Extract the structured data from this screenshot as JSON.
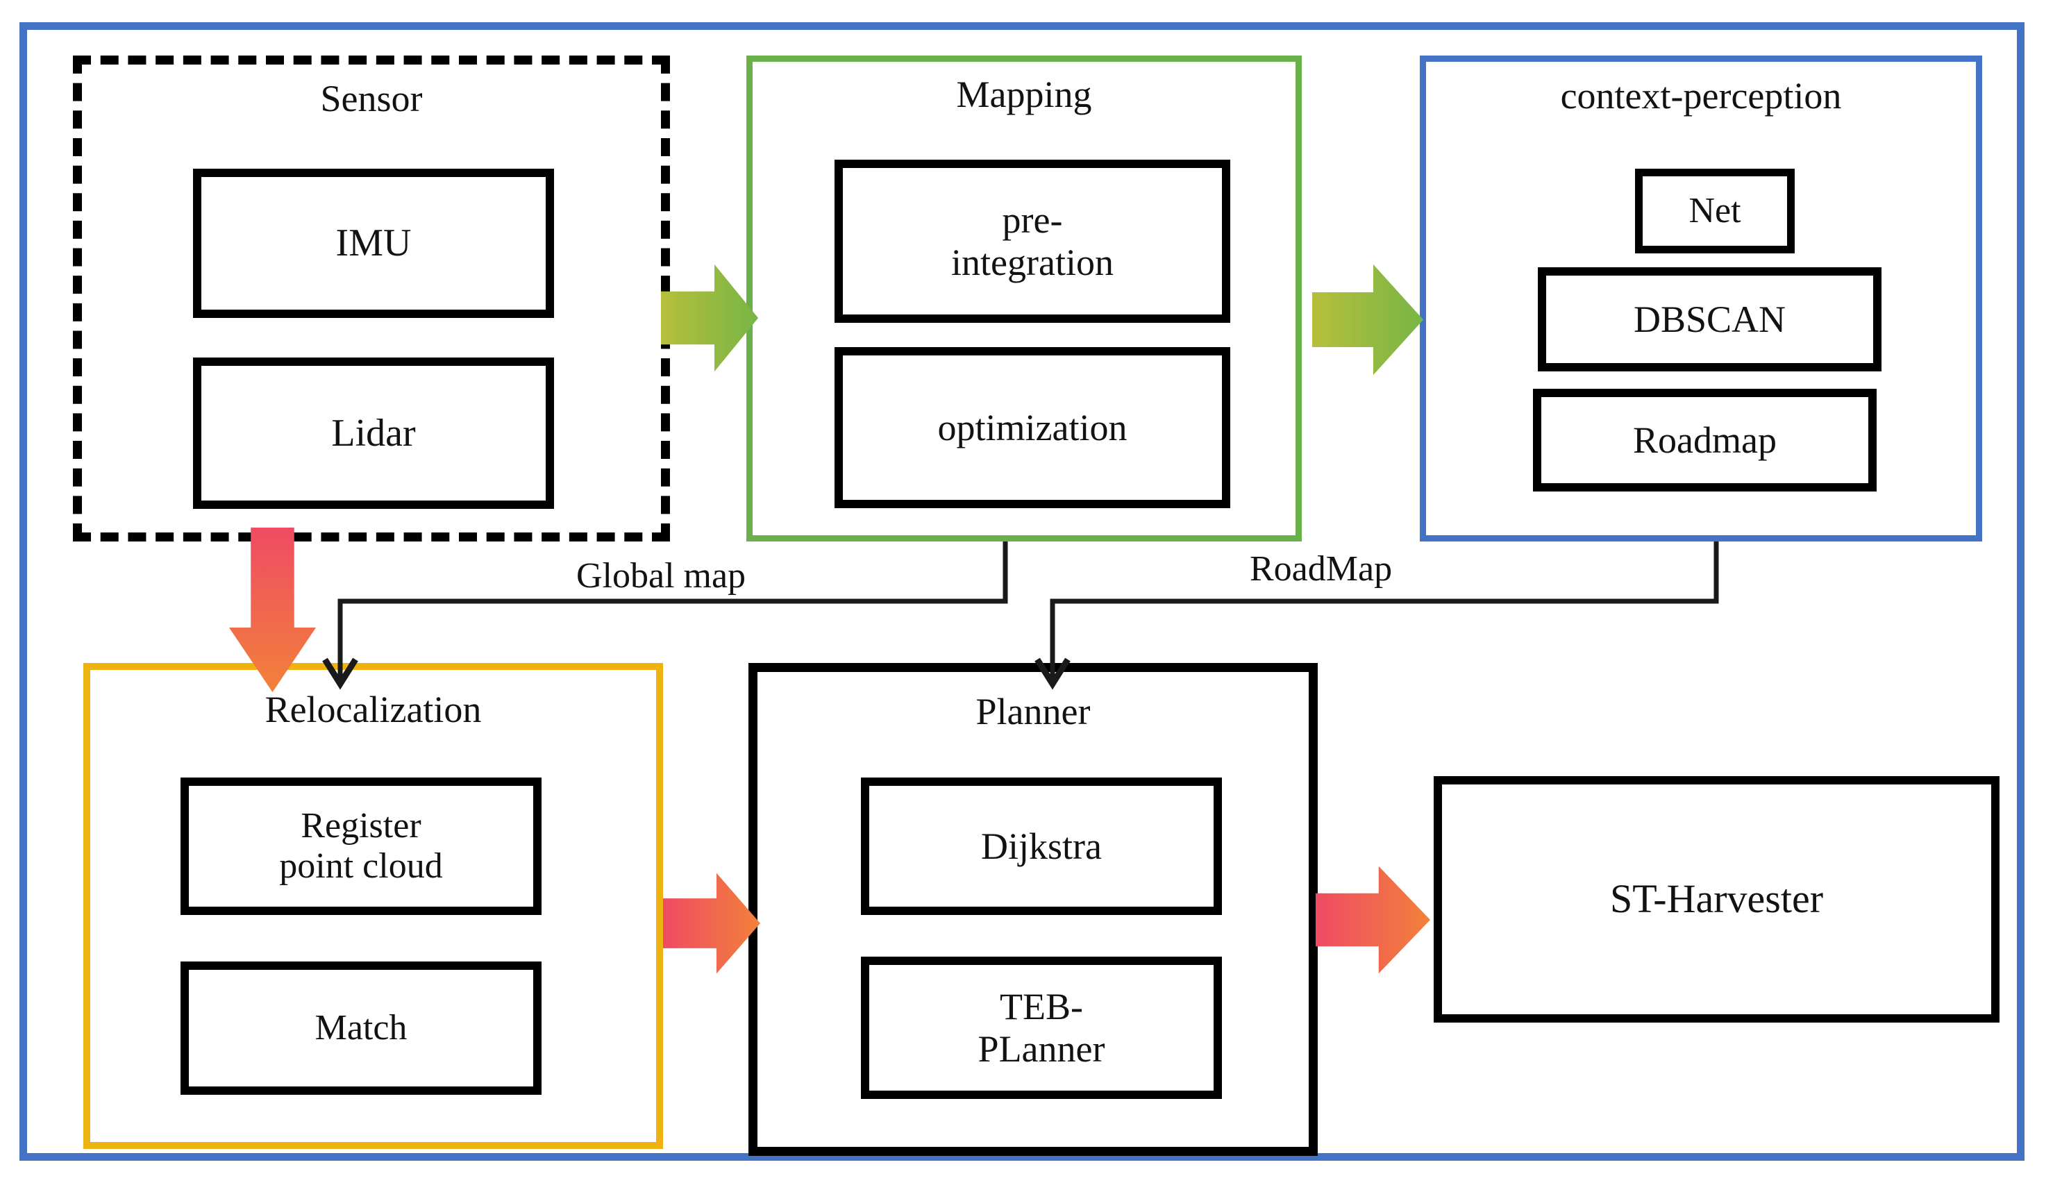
{
  "diagram": {
    "title": "System architecture flow diagram",
    "frame": {
      "name": "outer-frame",
      "color": "#4472c4"
    },
    "groups": [
      {
        "id": "sensor",
        "label": "Sensor",
        "border_style": "dashed",
        "border_color": "#000000",
        "children": [
          {
            "id": "imu",
            "label": "IMU"
          },
          {
            "id": "lidar",
            "label": "Lidar"
          }
        ]
      },
      {
        "id": "mapping",
        "label": "Mapping",
        "border_style": "solid",
        "border_color": "#6ab04a",
        "children": [
          {
            "id": "pre-integration",
            "label": "pre-\nintegration"
          },
          {
            "id": "optimization",
            "label": "optimization"
          }
        ]
      },
      {
        "id": "context-perception",
        "label": "context-perception",
        "border_style": "solid",
        "border_color": "#4472c4",
        "children": [
          {
            "id": "net",
            "label": "Net"
          },
          {
            "id": "dbscan",
            "label": "DBSCAN"
          },
          {
            "id": "roadmap",
            "label": "Roadmap"
          }
        ]
      },
      {
        "id": "relocalization",
        "label": "Relocalization",
        "border_style": "solid",
        "border_color": "#eeb211",
        "children": [
          {
            "id": "register-point-cloud",
            "label": "Register\npoint cloud"
          },
          {
            "id": "match",
            "label": "Match"
          }
        ]
      },
      {
        "id": "planner",
        "label": "Planner",
        "border_style": "solid",
        "border_color": "#000000",
        "children": [
          {
            "id": "dijkstra",
            "label": "Dijkstra"
          },
          {
            "id": "teb-planner",
            "label": "TEB-\nPLanner"
          }
        ]
      }
    ],
    "terminal_node": {
      "id": "st-harvester",
      "label": "ST-Harvester"
    },
    "arrows": [
      {
        "id": "sensor-to-mapping",
        "icon": "right-block-arrow-icon",
        "direction": "right",
        "color_from": "#b5bf3a",
        "color_to": "#7ab648"
      },
      {
        "id": "mapping-to-context",
        "icon": "right-block-arrow-icon",
        "direction": "right",
        "color_from": "#b5bf3a",
        "color_to": "#7ab648"
      },
      {
        "id": "sensor-to-relocalization",
        "icon": "down-block-arrow-icon",
        "direction": "down",
        "color_from": "#ef4b63",
        "color_to": "#f07a3a"
      },
      {
        "id": "relocalization-to-planner",
        "icon": "right-block-arrow-icon",
        "direction": "right",
        "color_from": "#ef4b63",
        "color_to": "#f07a3a"
      },
      {
        "id": "planner-to-st-harvester",
        "icon": "right-block-arrow-icon",
        "direction": "right",
        "color_from": "#ef4b63",
        "color_to": "#f07a3a"
      }
    ],
    "connectors": [
      {
        "id": "global-map",
        "label": "Global map",
        "from": "mapping",
        "to": "relocalization",
        "color": "#1a1a1a"
      },
      {
        "id": "road-map",
        "label": "RoadMap",
        "from": "context-perception",
        "to": "planner",
        "color": "#1a1a1a"
      }
    ]
  }
}
